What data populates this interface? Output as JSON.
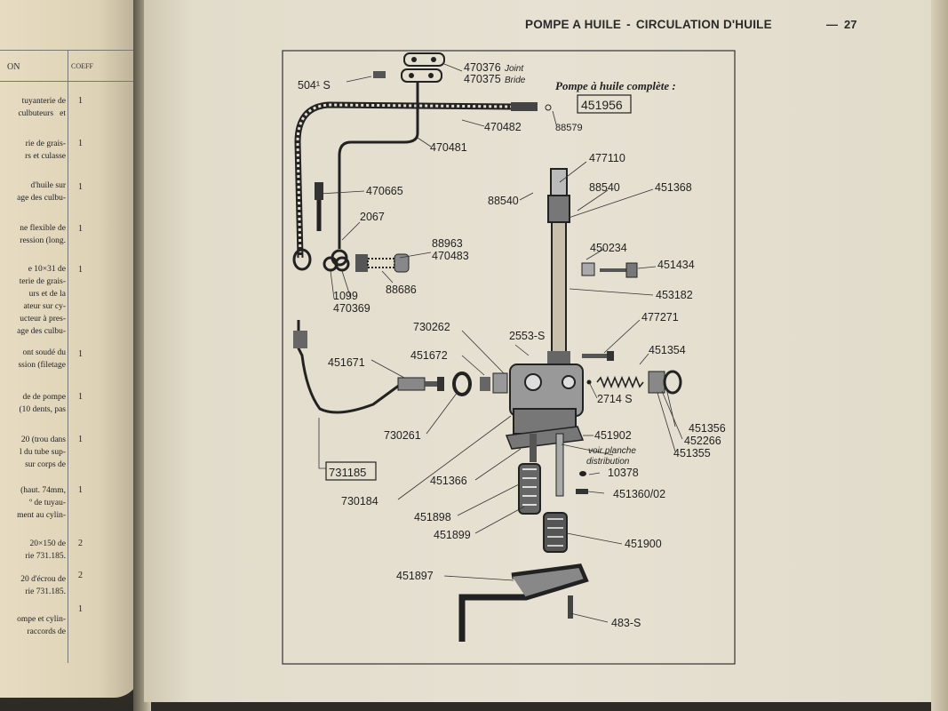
{
  "header": {
    "title": "POMPE A HUILE",
    "subtitle": "CIRCULATION D'HUILE",
    "dash": "—",
    "page_number": "27"
  },
  "left_page": {
    "column_header": "ON",
    "coef_header": "COEFF",
    "rows": [
      {
        "text": "tuyanterie de\nculbuteurs   et",
        "coef": "1"
      },
      {
        "text": "rie de grais-\nrs et culasse",
        "coef": "1"
      },
      {
        "text": "d'huile sur\nage des culbu-",
        "coef": "1"
      },
      {
        "text": "ne flexible de\nression (long.",
        "coef": "1"
      },
      {
        "text": "e 10×31 de\nterie de grais-\nurs et de la\nateur sur cy-\nucteur à pres-\nage des culbu-",
        "coef": "1"
      },
      {
        "text": "ont soudé du\nssion (filetage",
        "coef": "1"
      },
      {
        "text": "de de pompe\n(10 dents, pas",
        "coef": "1"
      },
      {
        "text": "20 (trou dans\nl du tube sup-\nsur corps de",
        "coef": "1"
      },
      {
        "text": "(haut. 74mm,\nº de tuyau-\nment au cylin-",
        "coef": "1"
      },
      {
        "text": "20×150 de\nrie 731.185.",
        "coef": "2"
      },
      {
        "text": "20 d'écrou de\nrie 731.185.",
        "coef": "2"
      },
      {
        "text": "ompe et cylin-\nraccords de",
        "coef": "1"
      }
    ]
  },
  "diagram": {
    "title": "Pompe à huile complète :",
    "title_ref": "451956",
    "parts": {
      "p504": "504¹ S",
      "p470376": "470376",
      "p470376_note": "Joint",
      "p470375": "470375",
      "p470375_note": "Bride",
      "p470482": "470482",
      "p88579": "88579",
      "p470481": "470481",
      "p470665": "470665",
      "p2067": "2067",
      "p88963": "88963",
      "p470483": "470483",
      "p88686": "88686",
      "p1099": "1099",
      "p470369": "470369",
      "p477110": "477110",
      "p88540a": "88540",
      "p88540b": "88540",
      "p451368": "451368",
      "p450234": "450234",
      "p451434": "451434",
      "p453182": "453182",
      "p477271": "477271",
      "p730262": "730262",
      "p2553": "2553-S",
      "p451354": "451354",
      "p451672": "451672",
      "p451671": "451671",
      "p2714": "2714 S",
      "p451356": "451356",
      "p452266": "452266",
      "p451355": "451355",
      "p730261": "730261",
      "p451902": "451902",
      "voir_planche": "voir planche",
      "distribution": "distribution",
      "p731185": "731185",
      "p451366": "451366",
      "p10378": "10378",
      "p730184": "730184",
      "p451360": "451360/02",
      "p451898": "451898",
      "p451899": "451899",
      "p451900": "451900",
      "p451897": "451897",
      "p483": "483-S"
    }
  }
}
